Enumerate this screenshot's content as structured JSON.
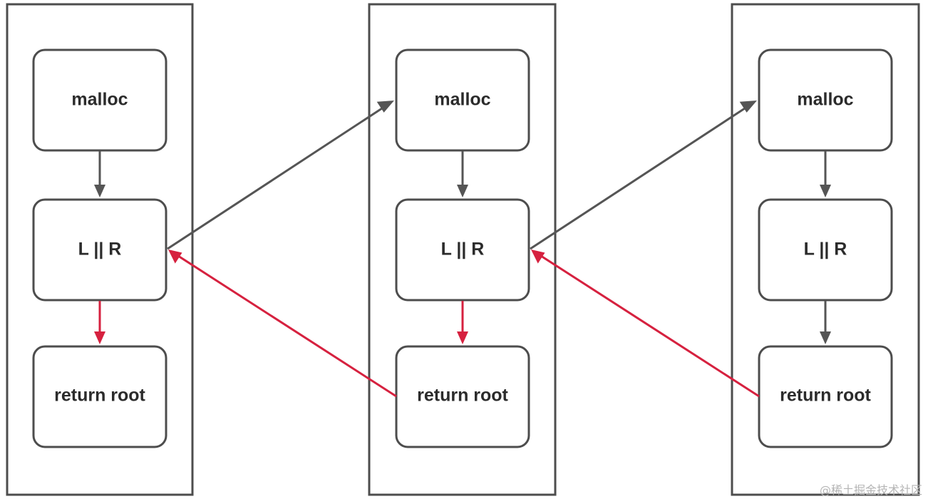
{
  "diagram": {
    "frames": [
      {
        "nodes": {
          "malloc": "malloc",
          "check": "L || R",
          "return": "return root"
        },
        "down_edges": [
          "gray",
          "red"
        ]
      },
      {
        "nodes": {
          "malloc": "malloc",
          "check": "L || R",
          "return": "return root"
        },
        "down_edges": [
          "gray",
          "red"
        ]
      },
      {
        "nodes": {
          "malloc": "malloc",
          "check": "L || R",
          "return": "return root"
        },
        "down_edges": [
          "gray",
          "gray"
        ]
      }
    ],
    "colors": {
      "frame": "#4d4d4d",
      "call_edge": "#555555",
      "return_edge": "#d6213f",
      "text": "#2b2b2b",
      "watermark": "#b5b5b5"
    }
  },
  "watermark": "@稀土掘金技术社区"
}
